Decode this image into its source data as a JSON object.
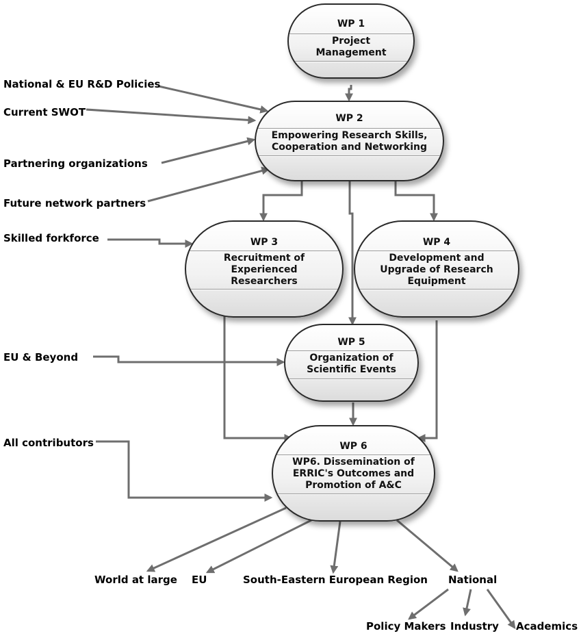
{
  "nodes": {
    "wp1": {
      "id": "WP 1",
      "title_lines": [
        "Project",
        "Management"
      ]
    },
    "wp2": {
      "id": "WP 2",
      "title_lines": [
        "Empowering Research Skills,",
        "Cooperation and Networking"
      ]
    },
    "wp3": {
      "id": "WP 3",
      "title_lines": [
        "Recruitment of",
        "Experienced",
        "Researchers"
      ]
    },
    "wp4": {
      "id": "WP 4",
      "title_lines": [
        "Development and",
        "Upgrade of Research",
        "Equipment"
      ]
    },
    "wp5": {
      "id": "WP 5",
      "title_lines": [
        "Organization of",
        "Scientific Events"
      ]
    },
    "wp6": {
      "id": "WP 6",
      "title_lines": [
        "WP6. Dissemination of",
        "ERRIC's Outcomes and",
        "Promotion of A&C"
      ]
    }
  },
  "inputs": {
    "policies": "National & EU R&D Policies",
    "swot": "Current SWOT",
    "partnering": "Partnering organizations",
    "future": "Future network partners",
    "workforce": "Skilled forkforce",
    "eu_beyond": "EU & Beyond",
    "contributors": "All contributors"
  },
  "outputs": {
    "world": "World at large",
    "eu": "EU",
    "see": "South-Eastern European Region",
    "national": "National",
    "policy_makers": "Policy Makers",
    "industry": "Industry",
    "academics": "Academics"
  },
  "colors": {
    "connector": "#6e6e6e",
    "node_border": "#2a2a2a",
    "text": "#000000"
  }
}
